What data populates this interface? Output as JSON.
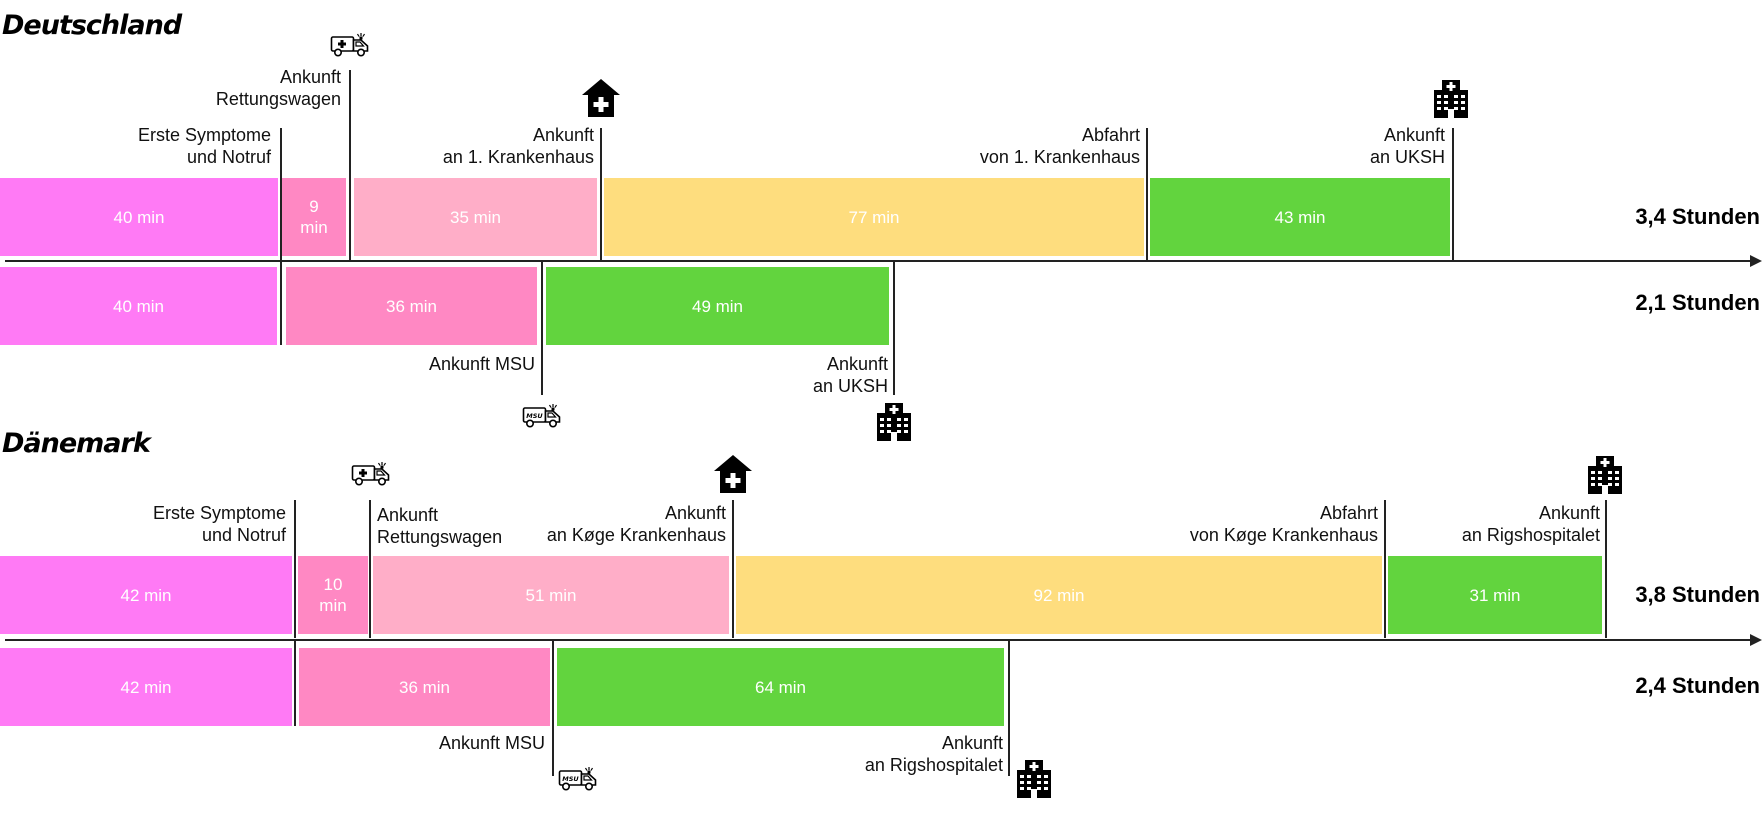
{
  "colors": {
    "symptom": "#ff7af5",
    "ambulance": "#ff88c3",
    "first_hospital": "#ffaec8",
    "wait": "#fedd7e",
    "green": "#62d43e"
  },
  "sections": [
    {
      "title": "Deutschland",
      "rows": [
        {
          "total": "3,4 Stunden",
          "segments": [
            "40 min",
            "9\nmin",
            "35 min",
            "77 min",
            "43 min"
          ],
          "markers": [
            {
              "label": "Erste Symptome\nund Notruf",
              "icon": "none"
            },
            {
              "label": "Ankunft\nRettungswagen",
              "icon": "ambulance-icon"
            },
            {
              "label": "Ankunft\nan 1. Krankenhaus",
              "icon": "local-hospital-icon"
            },
            {
              "label": "Abfahrt\nvon 1. Krankenhaus",
              "icon": "none"
            },
            {
              "label": "Ankunft\nan UKSH",
              "icon": "hospital-building-icon"
            }
          ]
        },
        {
          "total": "2,1 Stunden",
          "segments": [
            "40 min",
            "36 min",
            "49 min"
          ],
          "markers": [
            {
              "label": "Ankunft MSU",
              "icon": "msu-ambulance-icon"
            },
            {
              "label": "Ankunft\nan UKSH",
              "icon": "hospital-building-icon"
            }
          ]
        }
      ]
    },
    {
      "title": "Dänemark",
      "rows": [
        {
          "total": "3,8 Stunden",
          "segments": [
            "42 min",
            "10\nmin",
            "51 min",
            "92 min",
            "31 min"
          ],
          "markers": [
            {
              "label": "Erste Symptome\nund Notruf",
              "icon": "none"
            },
            {
              "label": "Ankunft\nRettungswagen",
              "icon": "ambulance-icon"
            },
            {
              "label": "Ankunft\nan Køge Krankenhaus",
              "icon": "local-hospital-icon"
            },
            {
              "label": "Abfahrt\nvon Køge Krankenhaus",
              "icon": "none"
            },
            {
              "label": "Ankunft\nan Rigshospitalet",
              "icon": "hospital-building-icon"
            }
          ]
        },
        {
          "total": "2,4 Stunden",
          "segments": [
            "42 min",
            "36 min",
            "64 min"
          ],
          "markers": [
            {
              "label": "Ankunft MSU",
              "icon": "msu-ambulance-icon"
            },
            {
              "label": "Ankunft\nan Rigshospitalet",
              "icon": "hospital-building-icon"
            }
          ]
        }
      ]
    }
  ]
}
